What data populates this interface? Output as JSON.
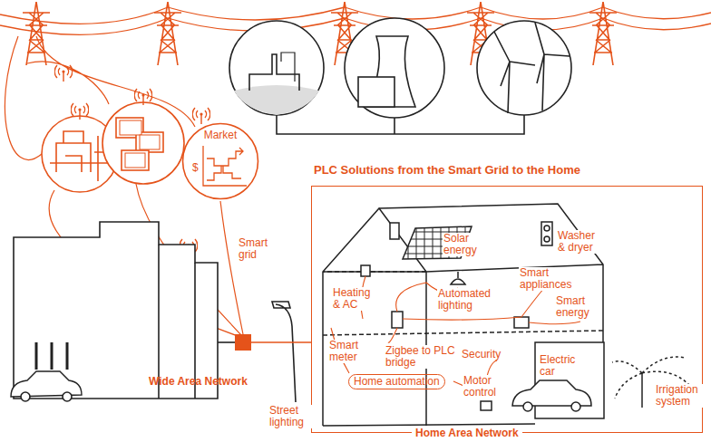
{
  "diagram": {
    "nodes": [
      {
        "text": [
          "Market",
          "$"
        ]
      },
      {
        "text": [
          "Wide Area Network"
        ]
      },
      {
        "text": [
          "PLC Solutions from the Smart Grid to the Home",
          "Home Area Network"
        ]
      },
      {
        "text": [
          "Home automation"
        ],
        "in": 2
      }
    ],
    "edges": [
      {
        "from": 1,
        "to": 2,
        "arrow": "none"
      }
    ],
    "labels": [
      "Smart grid",
      "Solar energy",
      "Washer & dryer",
      "Heating & AC",
      "Automated lighting",
      "Smart appliances",
      "Smart energy",
      "Smart meter",
      "Zigbee to PLC bridge",
      "Security",
      "Electric car",
      "Motor control",
      "Street lighting",
      "Irrigation system"
    ]
  }
}
